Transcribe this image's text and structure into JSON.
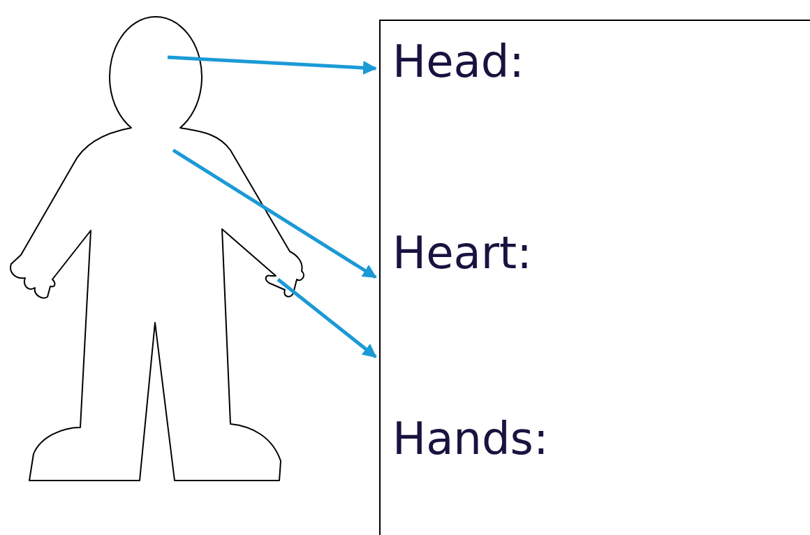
{
  "diagram": {
    "nodes": [
      {
        "text": [
          "Head:",
          "Heart:",
          "Hands:"
        ]
      }
    ]
  }
}
